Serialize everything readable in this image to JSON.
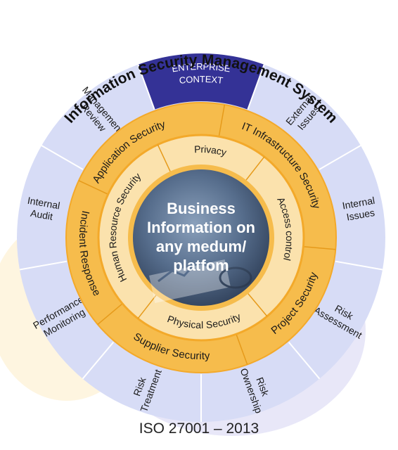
{
  "title": "Information Security Management System",
  "footer": "ISO 27001 – 2013",
  "colors": {
    "outer_ring": "#d7dcf6",
    "outer_ring_divider": "#ffffff",
    "enterprise_segment": "#343296",
    "orange": "#f6bc4c",
    "orange_light": "#fbe2ad",
    "center_dark": "#3b4f6c",
    "blob_purple": "#d9d7f3",
    "blob_yellow": "#fdf1d3"
  },
  "outer_ring": {
    "highlighted": {
      "lines": [
        "ENTERPRISE",
        "CONTEXT"
      ]
    },
    "segments": [
      {
        "lines": [
          "External",
          "Issues"
        ]
      },
      {
        "lines": [
          "Internal",
          "Issues"
        ]
      },
      {
        "lines": [
          "Risk",
          "Assessment"
        ]
      },
      {
        "lines": [
          "Risk",
          "Ownership"
        ]
      },
      {
        "lines": [
          "Risk",
          "Treatment"
        ]
      },
      {
        "lines": [
          "Performance",
          "Monitoring"
        ]
      },
      {
        "lines": [
          "Internal",
          "Audit"
        ]
      },
      {
        "lines": [
          "Management",
          "Review"
        ]
      }
    ]
  },
  "middle_ring": [
    "Application Security",
    "IT Infrastructure Security",
    "Project Security",
    "Supplier Security",
    "Incident Response"
  ],
  "inner_ring": [
    "Privacy",
    "Access control",
    "Physical Security",
    "Human Resource Security"
  ],
  "center": {
    "lines": [
      "Business",
      "Information on",
      "any medum/",
      "platfom"
    ]
  }
}
